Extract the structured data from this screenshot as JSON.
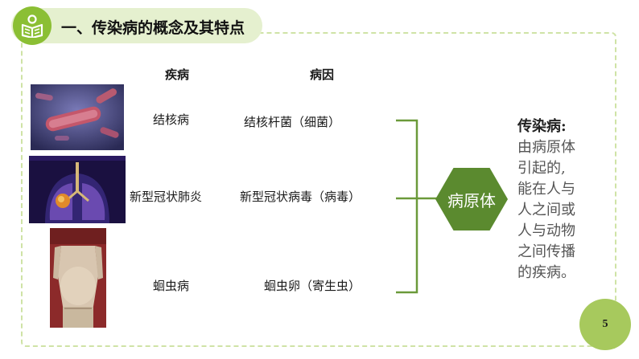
{
  "title": "一、传染病的概念及其特点",
  "columns": {
    "disease": "疾病",
    "cause": "病因"
  },
  "rows": [
    {
      "disease": "结核病",
      "cause": "结核杆菌（细菌）",
      "image": "tuberculosis-bacteria-illustration"
    },
    {
      "disease": "新型冠状肺炎",
      "cause": "新型冠状病毒（病毒）",
      "image": "lung-xray-illustration"
    },
    {
      "disease": "蛔虫病",
      "cause": "蛔虫卵（寄生虫）",
      "image": "patient-swollen-abdomen-photo"
    }
  ],
  "pathogen_label": "病原体",
  "definition": {
    "title": "传染病:",
    "lines": [
      "由病原体",
      "引起的,",
      "能在人与",
      "人之间或",
      "人与动物",
      "之间传播",
      "的疾病。"
    ]
  },
  "page_number": "5",
  "colors": {
    "accent_green": "#5b8a2f",
    "light_green": "#e5f0cf",
    "badge_green": "#8bbf34",
    "page_circle": "#a7c95d"
  }
}
